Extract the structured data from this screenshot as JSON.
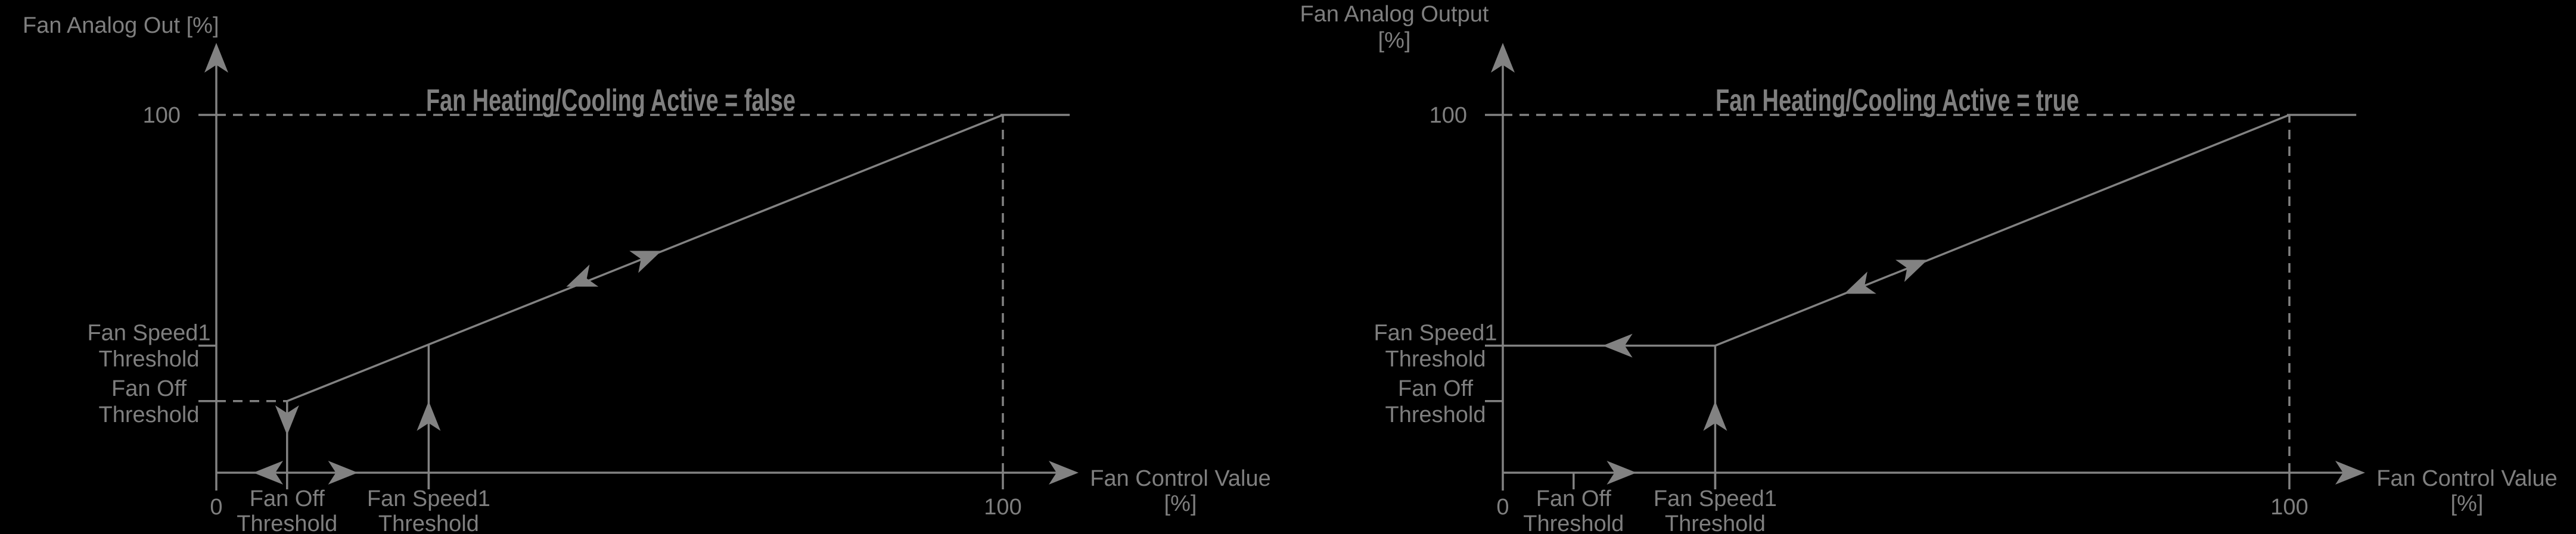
{
  "canvas": {
    "background": "#000000",
    "line_color": "#828282",
    "text_color": "#7f7f7f"
  },
  "chart_data": [
    {
      "id": "fan-heating-cooling-false",
      "type": "line",
      "title": "Fan Heating/Cooling Active = false",
      "ylabel_lines": [
        "Fan Analog Out [%]"
      ],
      "xlabel_lines": [
        "Fan Control Value",
        "[%]"
      ],
      "xlim": [
        0,
        110
      ],
      "ylim": [
        0,
        120
      ],
      "grid": false,
      "x_ticks": [
        {
          "v": 0,
          "lines": [
            "0"
          ]
        },
        {
          "v": 9,
          "lines": [
            "Fan Off",
            "Threshold"
          ]
        },
        {
          "v": 27,
          "lines": [
            "Fan Speed1",
            "Threshold"
          ]
        },
        {
          "v": 100,
          "lines": [
            "100"
          ]
        }
      ],
      "y_ticks": [
        {
          "v": 100,
          "lines": [
            "100"
          ]
        },
        {
          "v": 35.5,
          "lines": [
            "Fan Speed1",
            "Threshold"
          ]
        },
        {
          "v": 20,
          "lines": [
            "Fan Off",
            "Threshold"
          ]
        }
      ],
      "curve": [
        [
          9,
          20
        ],
        [
          100,
          100
        ],
        [
          108.5,
          100
        ]
      ],
      "dashed_guides": [
        {
          "x1": 0,
          "y1": 100,
          "x2": 100,
          "y2": 100
        },
        {
          "x1": 100,
          "y1": 0,
          "x2": 100,
          "y2": 100
        },
        {
          "x1": 0,
          "y1": 20,
          "x2": 9,
          "y2": 20
        }
      ],
      "threshold_lines": [
        {
          "x": 9,
          "y_top": 20
        },
        {
          "x": 27,
          "y_top": 35.8
        }
      ],
      "arrows": [
        {
          "x": 4.7,
          "y": 0,
          "dir": "left",
          "name": "control-decrease-arrow"
        },
        {
          "x": 18,
          "y": 0,
          "dir": "right",
          "name": "control-increase-arrow"
        },
        {
          "x": 9,
          "y": 10.5,
          "dir": "down",
          "name": "fan-off-drop-arrow"
        },
        {
          "x": 27,
          "y": 20,
          "dir": "up",
          "name": "fan-speed1-rise-arrow"
        },
        {
          "x": 44.5,
          "y": 52,
          "dir": "curve-down",
          "name": "curve-decrease-arrow"
        },
        {
          "x": 56.6,
          "y": 62,
          "dir": "curve-up",
          "name": "curve-increase-arrow"
        }
      ]
    },
    {
      "id": "fan-heating-cooling-true",
      "type": "line",
      "title": "Fan Heating/Cooling Active = true",
      "ylabel_lines": [
        "Fan Analog Output",
        "[%]"
      ],
      "xlabel_lines": [
        "Fan Control Value",
        "[%]"
      ],
      "xlim": [
        0,
        110
      ],
      "ylim": [
        0,
        120
      ],
      "grid": false,
      "x_ticks": [
        {
          "v": 0,
          "lines": [
            "0"
          ]
        },
        {
          "v": 9,
          "lines": [
            "Fan Off",
            "Threshold"
          ]
        },
        {
          "v": 27,
          "lines": [
            "Fan Speed1",
            "Threshold"
          ]
        },
        {
          "v": 100,
          "lines": [
            "100"
          ]
        }
      ],
      "y_ticks": [
        {
          "v": 100,
          "lines": [
            "100"
          ]
        },
        {
          "v": 35.5,
          "lines": [
            "Fan Speed1",
            "Threshold"
          ]
        },
        {
          "v": 20,
          "lines": [
            "Fan Off",
            "Threshold"
          ]
        }
      ],
      "curve": [
        [
          0,
          35.5
        ],
        [
          27,
          35.5
        ],
        [
          100,
          100
        ],
        [
          108.5,
          100
        ]
      ],
      "dashed_guides": [
        {
          "x1": 0,
          "y1": 100,
          "x2": 100,
          "y2": 100
        },
        {
          "x1": 100,
          "y1": 0,
          "x2": 100,
          "y2": 100
        }
      ],
      "threshold_lines": [
        {
          "x": 27,
          "y_top": 35.5
        }
      ],
      "arrows": [
        {
          "x": 17,
          "y": 0,
          "dir": "right",
          "name": "control-increase-arrow"
        },
        {
          "x": 12.7,
          "y": 35.5,
          "dir": "left",
          "name": "speed1-hold-arrow"
        },
        {
          "x": 27,
          "y": 20,
          "dir": "up",
          "name": "fan-speed1-rise-arrow"
        },
        {
          "x": 43.4,
          "y": 50,
          "dir": "curve-down",
          "name": "curve-decrease-arrow"
        },
        {
          "x": 54,
          "y": 59.5,
          "dir": "curve-up",
          "name": "curve-increase-arrow"
        }
      ]
    }
  ]
}
